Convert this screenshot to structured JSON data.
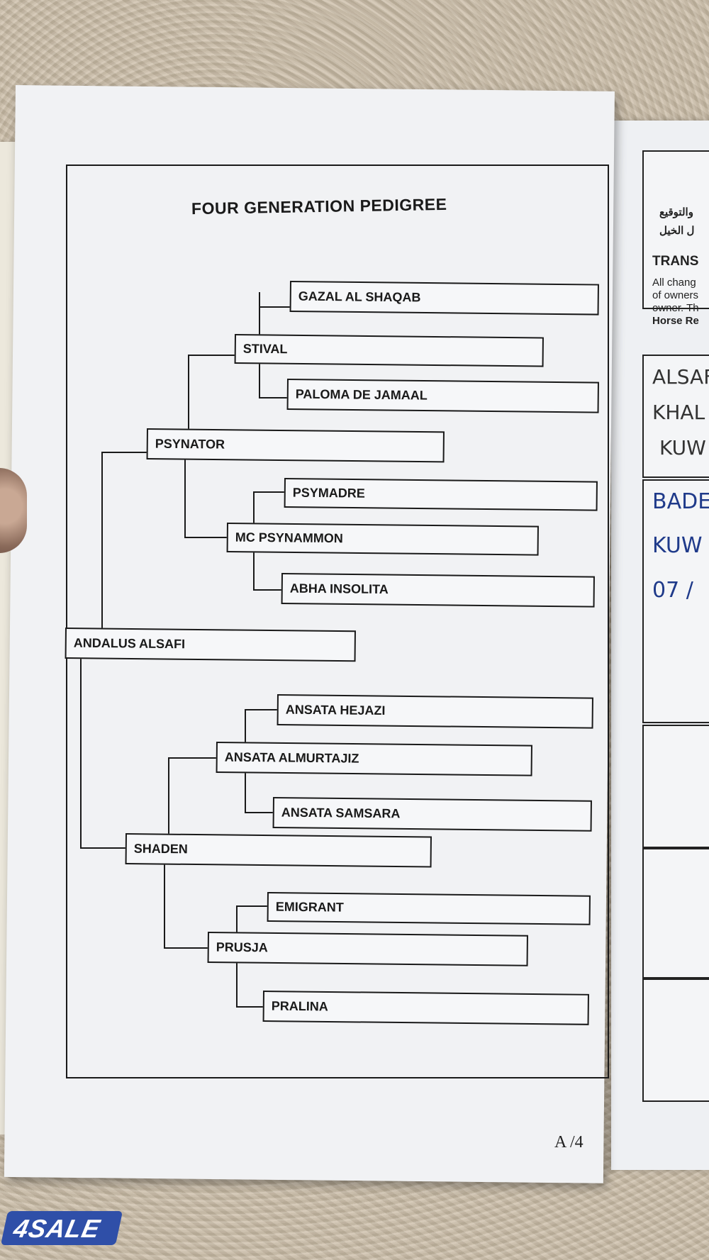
{
  "document": {
    "title": "FOUR GENERATION PEDIGREE",
    "page_number": "A /4"
  },
  "pedigree": {
    "horse": "ANDALUS ALSAFI",
    "sire": "PSYNATOR",
    "sire_sire": "STIVAL",
    "sire_sire_sire": "GAZAL AL SHAQAB",
    "sire_sire_dam": "PALOMA DE JAMAAL",
    "sire_dam": "MC PSYNAMMON",
    "sire_dam_sire": "PSYMADRE",
    "sire_dam_dam": "ABHA INSOLITA",
    "dam": "SHADEN",
    "dam_sire": "ANSATA ALMURTAJIZ",
    "dam_sire_sire": "ANSATA HEJAZI",
    "dam_sire_dam": "ANSATA SAMSARA",
    "dam_dam": "PRUSJA",
    "dam_dam_sire": "EMIGRANT",
    "dam_dam_dam": "PRALINA"
  },
  "right_page": {
    "arabic_line1": "والتوقيع",
    "arabic_line2": "ل الخيل",
    "heading": "TRANS",
    "line1": "All chang",
    "line2": "of owners",
    "line3": "owner. Th",
    "line4": "Horse Re",
    "hand1": "ALSAF",
    "hand2": "KHAL",
    "hand3": "KUW",
    "hand4": "BADE",
    "hand5": "KUW",
    "hand6": "07 /"
  },
  "watermark": "4SALE"
}
